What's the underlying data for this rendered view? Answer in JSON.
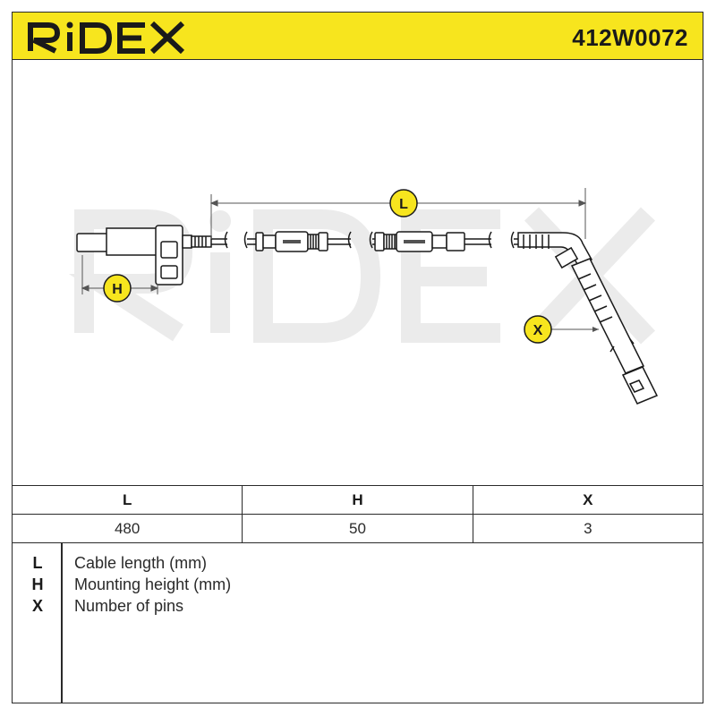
{
  "header": {
    "brand": "RIDEX",
    "part_number": "412W0072",
    "accent_color": "#f7e51e"
  },
  "drawing": {
    "labels": {
      "L": "L",
      "H": "H",
      "X": "X"
    },
    "watermark": "RIDEX",
    "marker_color": "#f7e51e"
  },
  "specs": {
    "headers": [
      "L",
      "H",
      "X"
    ],
    "values": [
      "480",
      "50",
      "3"
    ]
  },
  "legend": [
    {
      "key": "L",
      "desc": "Cable length (mm)"
    },
    {
      "key": "H",
      "desc": "Mounting height (mm)"
    },
    {
      "key": "X",
      "desc": "Number of pins"
    }
  ]
}
